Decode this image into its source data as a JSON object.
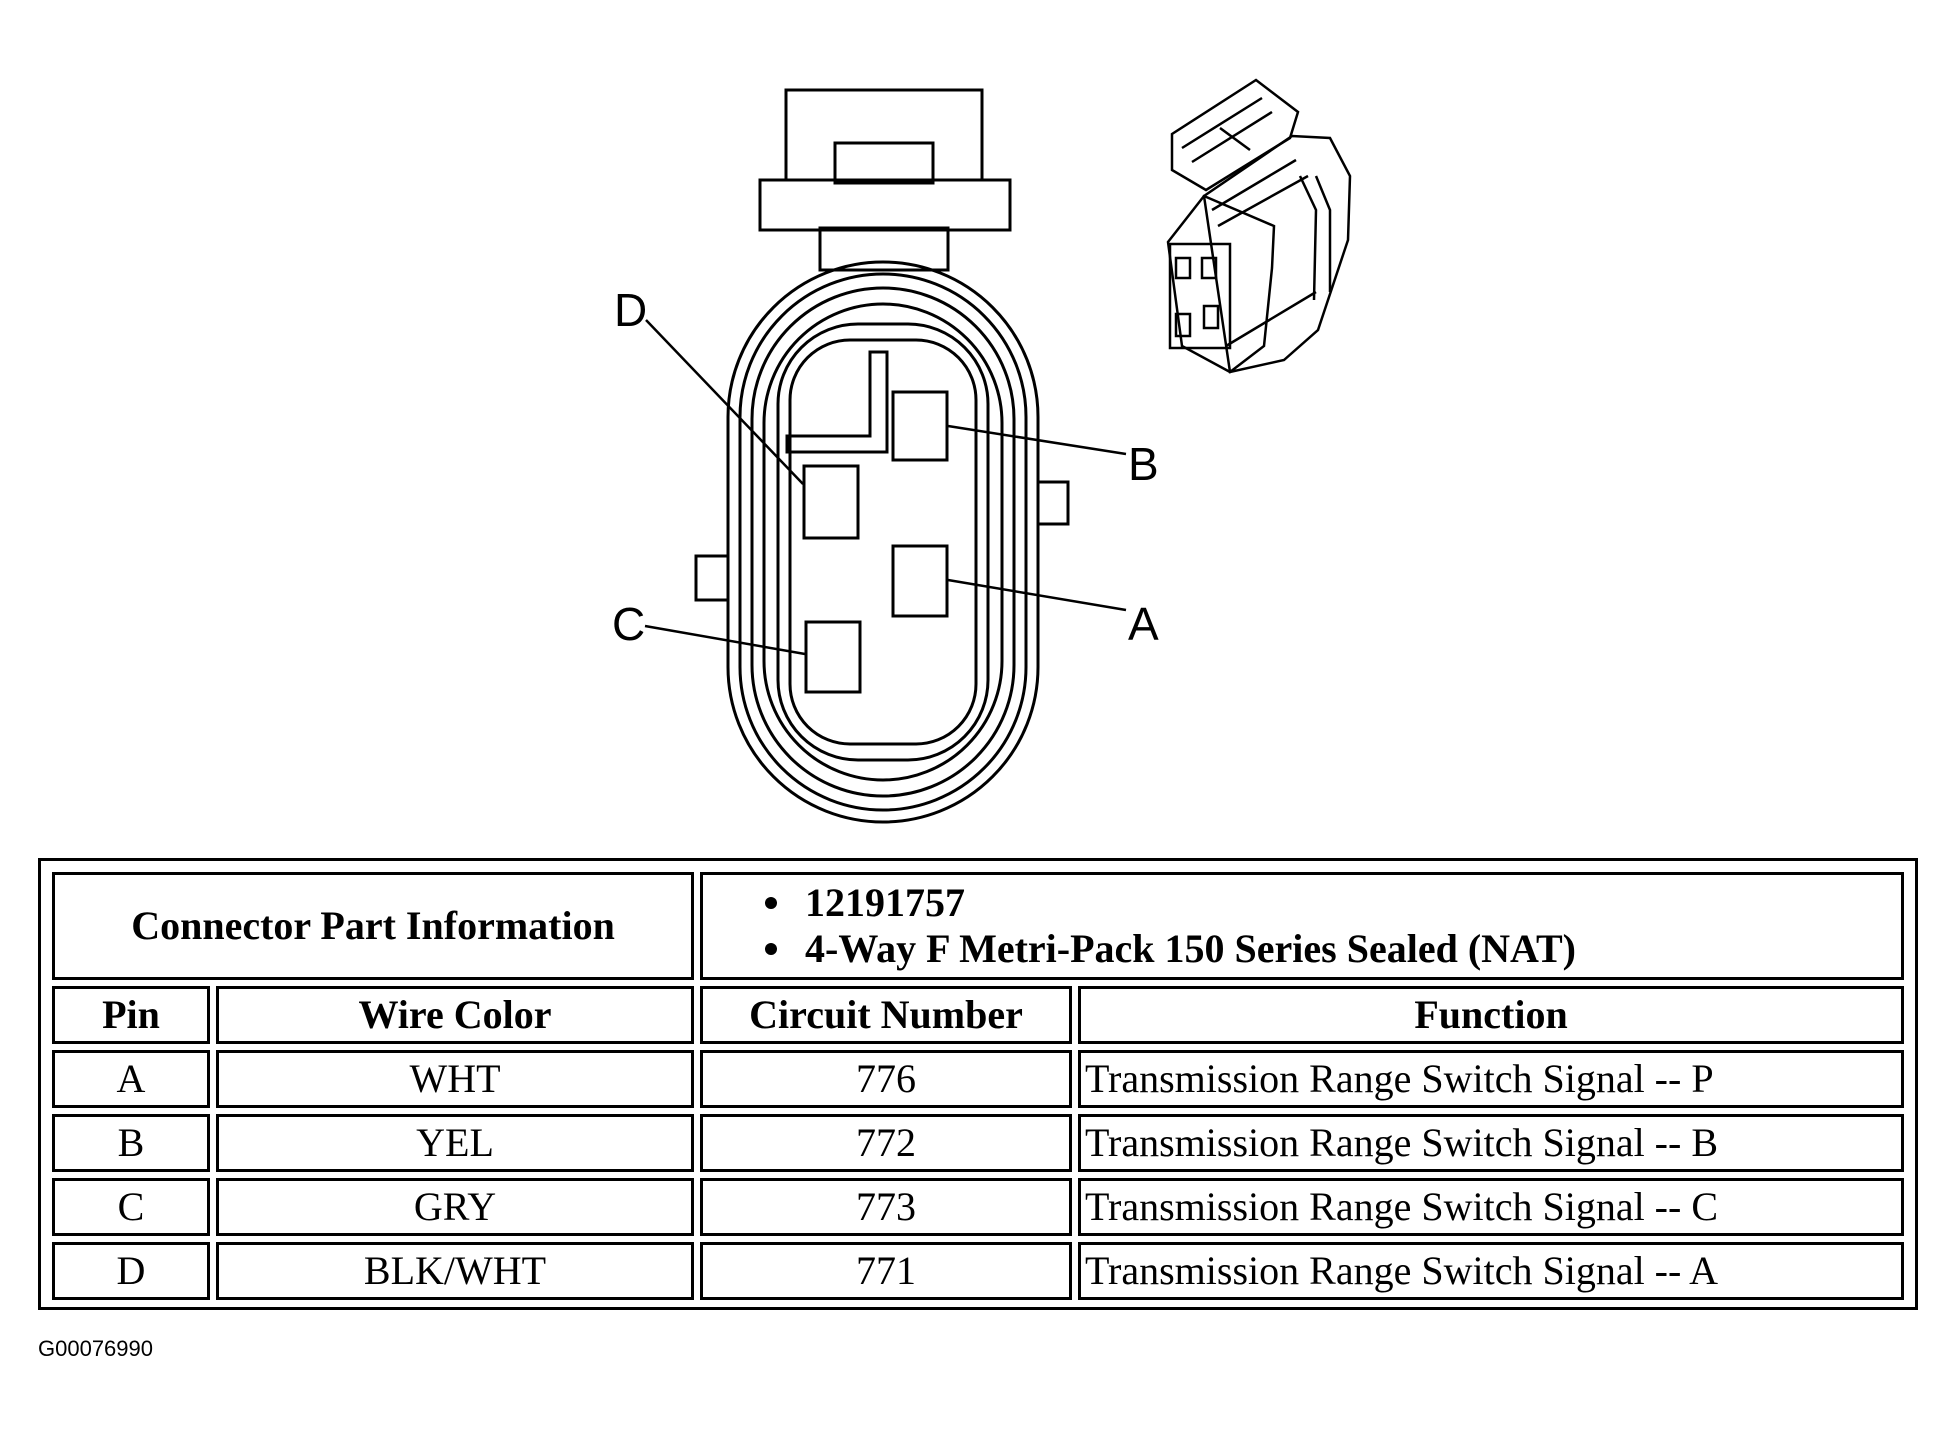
{
  "diagram": {
    "pin_labels": {
      "a": "A",
      "b": "B",
      "c": "C",
      "d": "D"
    }
  },
  "table": {
    "info_label": "Connector Part Information",
    "info_items": [
      "12191757",
      "4-Way F Metri-Pack 150 Series Sealed (NAT)"
    ],
    "headers": {
      "pin": "Pin",
      "wire_color": "Wire Color",
      "circuit_number": "Circuit Number",
      "function": "Function"
    },
    "rows": [
      {
        "pin": "A",
        "wire_color": "WHT",
        "circuit_number": "776",
        "function": "Transmission Range Switch Signal -- P"
      },
      {
        "pin": "B",
        "wire_color": "YEL",
        "circuit_number": "772",
        "function": "Transmission Range Switch Signal -- B"
      },
      {
        "pin": "C",
        "wire_color": "GRY",
        "circuit_number": "773",
        "function": "Transmission Range Switch Signal -- C"
      },
      {
        "pin": "D",
        "wire_color": "BLK/WHT",
        "circuit_number": "771",
        "function": "Transmission Range Switch Signal -- A"
      }
    ]
  },
  "footer_id": "G00076990"
}
